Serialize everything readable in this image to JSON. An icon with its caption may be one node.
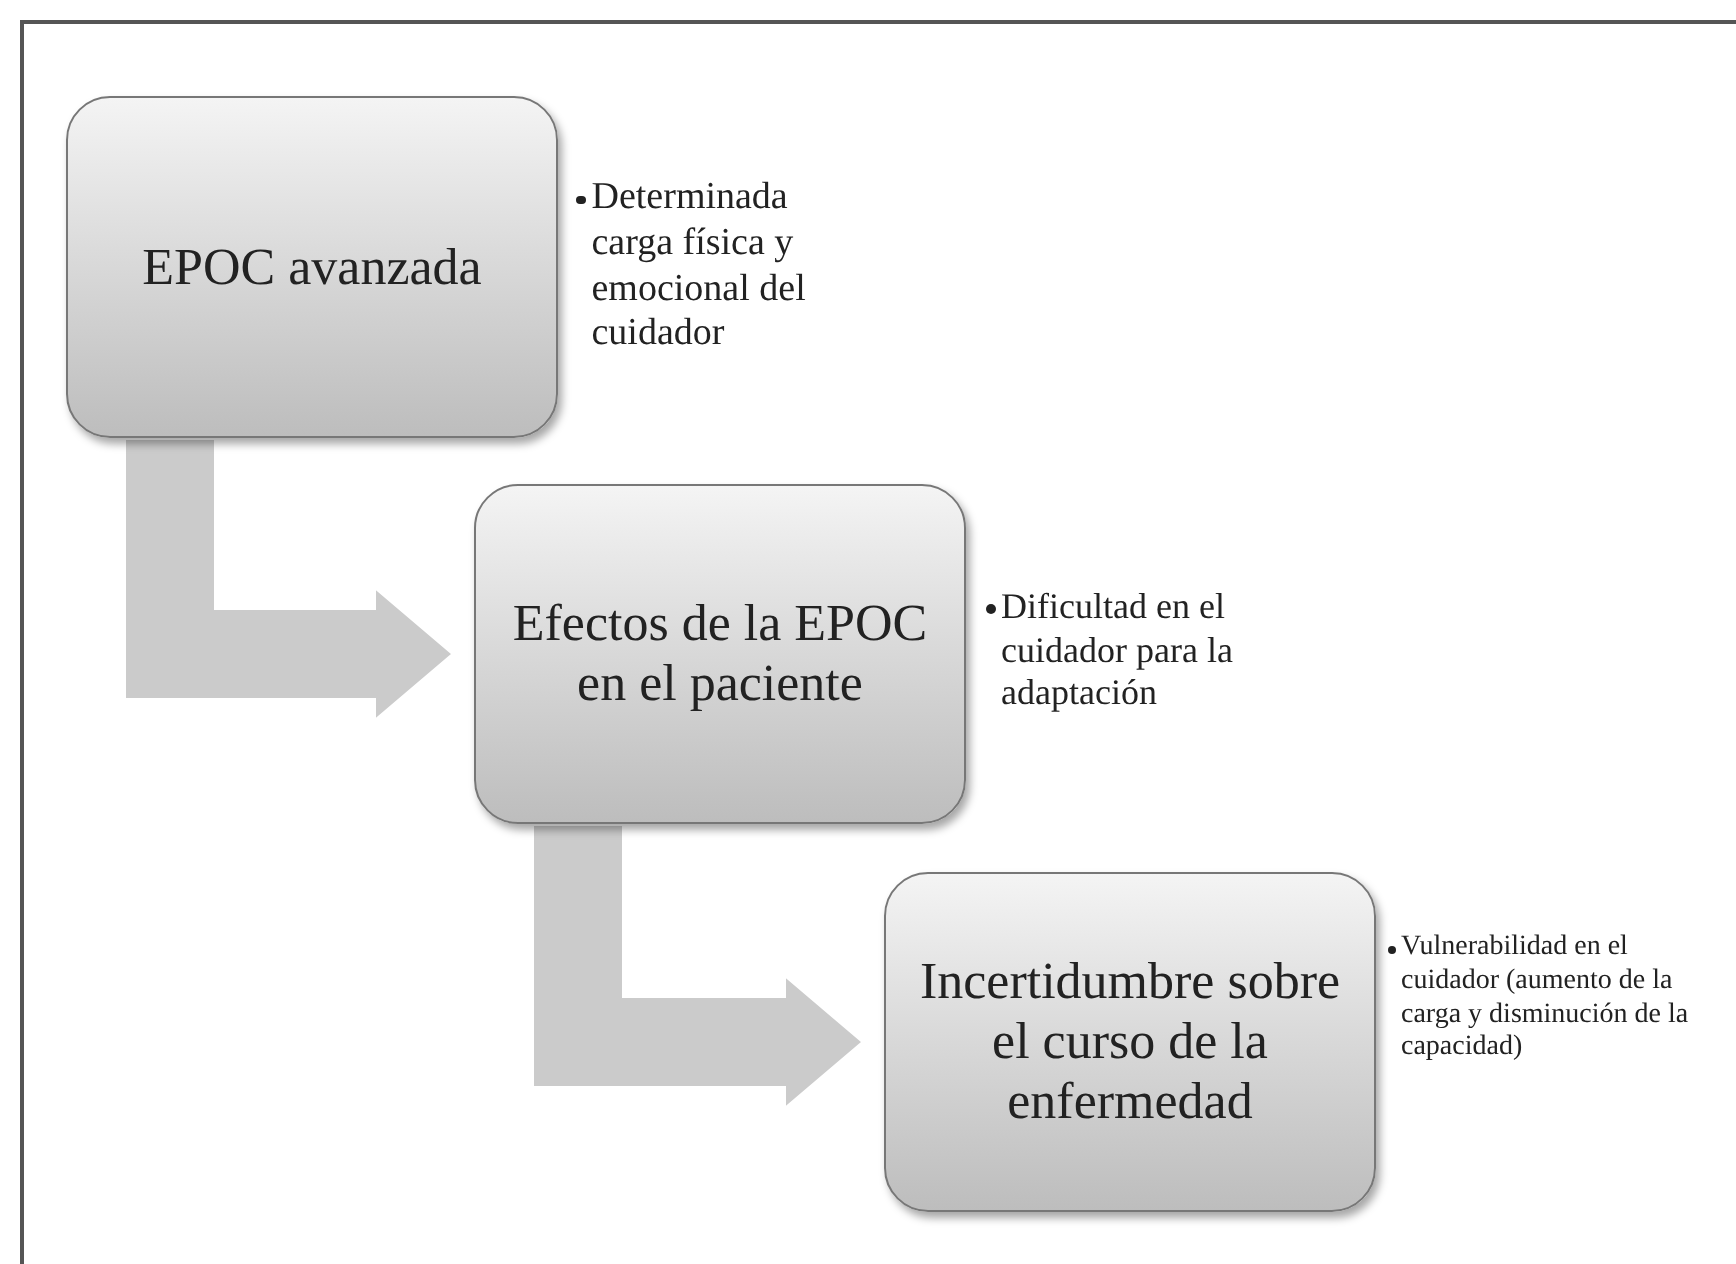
{
  "diagram": {
    "nodes": [
      {
        "text": [
          "EPOC avanzada"
        ],
        "beside": [
          "Determinada carga física y emocional del cuidador"
        ]
      },
      {
        "text": [
          "Efectos de la EPOC en el paciente"
        ],
        "beside": [
          "Dificultad en el cuidador para la adaptación"
        ]
      },
      {
        "text": [
          "Incertidumbre sobre el curso de la enfermedad"
        ],
        "beside": [
          "Vulnerabilidad en el cuidador (aumento de la carga y disminución de la capacidad)"
        ]
      }
    ],
    "edges": [
      {
        "from": 0,
        "to": 1,
        "arrow": "to",
        "style": "thick"
      },
      {
        "from": 1,
        "to": 2,
        "arrow": "to",
        "style": "thick"
      }
    ]
  }
}
